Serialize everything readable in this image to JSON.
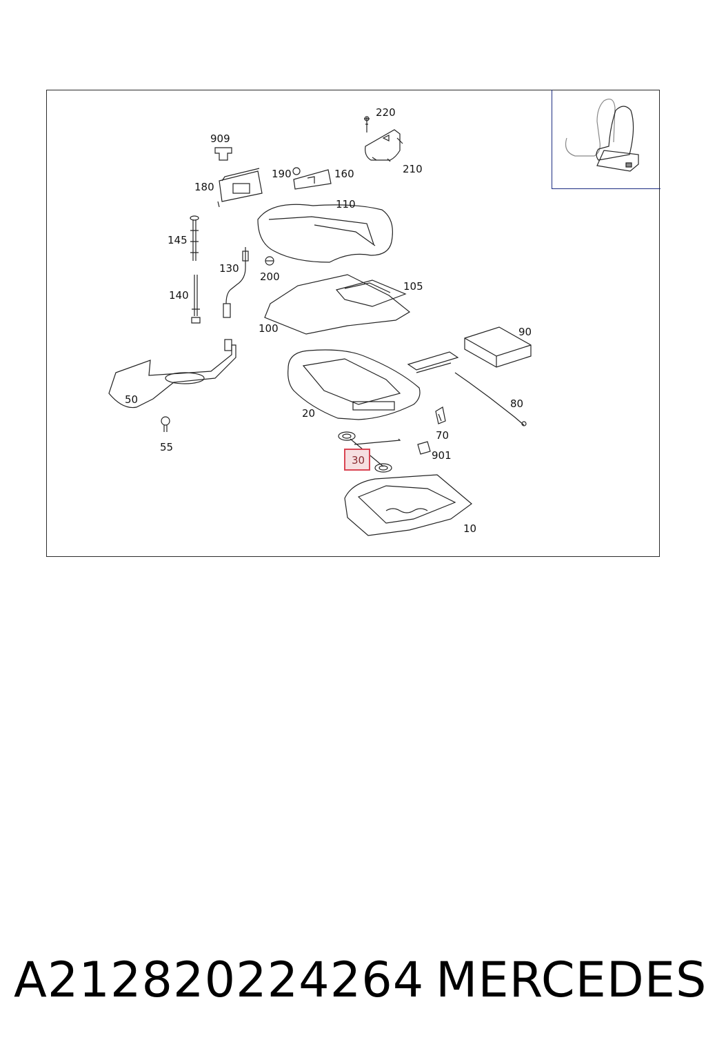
{
  "diagram": {
    "callouts": {
      "c220": "220",
      "c909": "909",
      "c190": "190",
      "c160": "160",
      "c210": "210",
      "c180": "180",
      "c110": "110",
      "c145": "145",
      "c130": "130",
      "c200": "200",
      "c105": "105",
      "c140": "140",
      "c100": "100",
      "c90": "90",
      "c50": "50",
      "c80": "80",
      "c20": "20",
      "c70": "70",
      "c55": "55",
      "c30": "30",
      "c901": "901",
      "c10": "10"
    },
    "highlighted_callout": "30",
    "highlight_color": "#d94452"
  },
  "footer": {
    "part_number": "A212820224264",
    "brand": "MERCEDES"
  }
}
